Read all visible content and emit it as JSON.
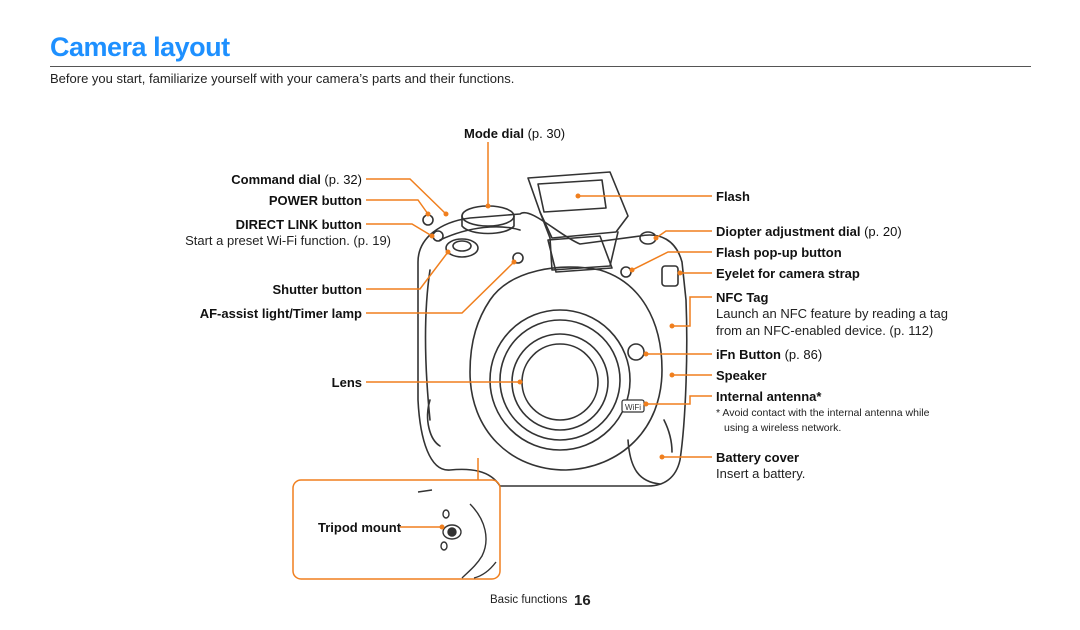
{
  "page": {
    "title": "Camera layout",
    "intro": "Before you start, familiarize yourself with your camera’s parts and their functions.",
    "footer_section": "Basic functions",
    "footer_page": "16"
  },
  "labels_left": {
    "command_dial": {
      "name": "Command dial",
      "ref": " (p. 32)"
    },
    "power_button": {
      "name": "POWER button"
    },
    "direct_link": {
      "name": "DIRECT LINK button",
      "desc": "Start a preset Wi-Fi function. (p. 19)"
    },
    "shutter": {
      "name": "Shutter button"
    },
    "af_assist": {
      "name": "AF-assist light/Timer lamp"
    },
    "lens": {
      "name": "Lens"
    },
    "tripod": {
      "name": "Tripod mount"
    }
  },
  "labels_top": {
    "mode_dial": {
      "name": "Mode dial",
      "ref": " (p. 30)"
    }
  },
  "labels_right": {
    "flash": {
      "name": "Flash"
    },
    "diopter": {
      "name": "Diopter adjustment dial",
      "ref": " (p. 20)"
    },
    "flash_popup": {
      "name": "Flash pop-up button"
    },
    "eyelet": {
      "name": "Eyelet for camera strap"
    },
    "nfc": {
      "name": "NFC Tag",
      "desc1": "Launch an NFC feature by reading a tag",
      "desc2": "from an NFC-enabled device. (p. 112)"
    },
    "ifn": {
      "name": "iFn Button",
      "ref": " (p. 86)"
    },
    "speaker": {
      "name": "Speaker"
    },
    "antenna": {
      "name": "Internal antenna*",
      "note1": "* Avoid contact with the internal antenna while",
      "note2": "using a wireless network."
    },
    "battery": {
      "name": "Battery cover",
      "desc": "Insert a battery."
    }
  },
  "colors": {
    "title": "#1e90ff",
    "callout": "#f07f1e",
    "line_art": "#333333"
  },
  "icons": {
    "camera": "camera-front-illustration",
    "wifi": "wifi-badge-icon"
  }
}
